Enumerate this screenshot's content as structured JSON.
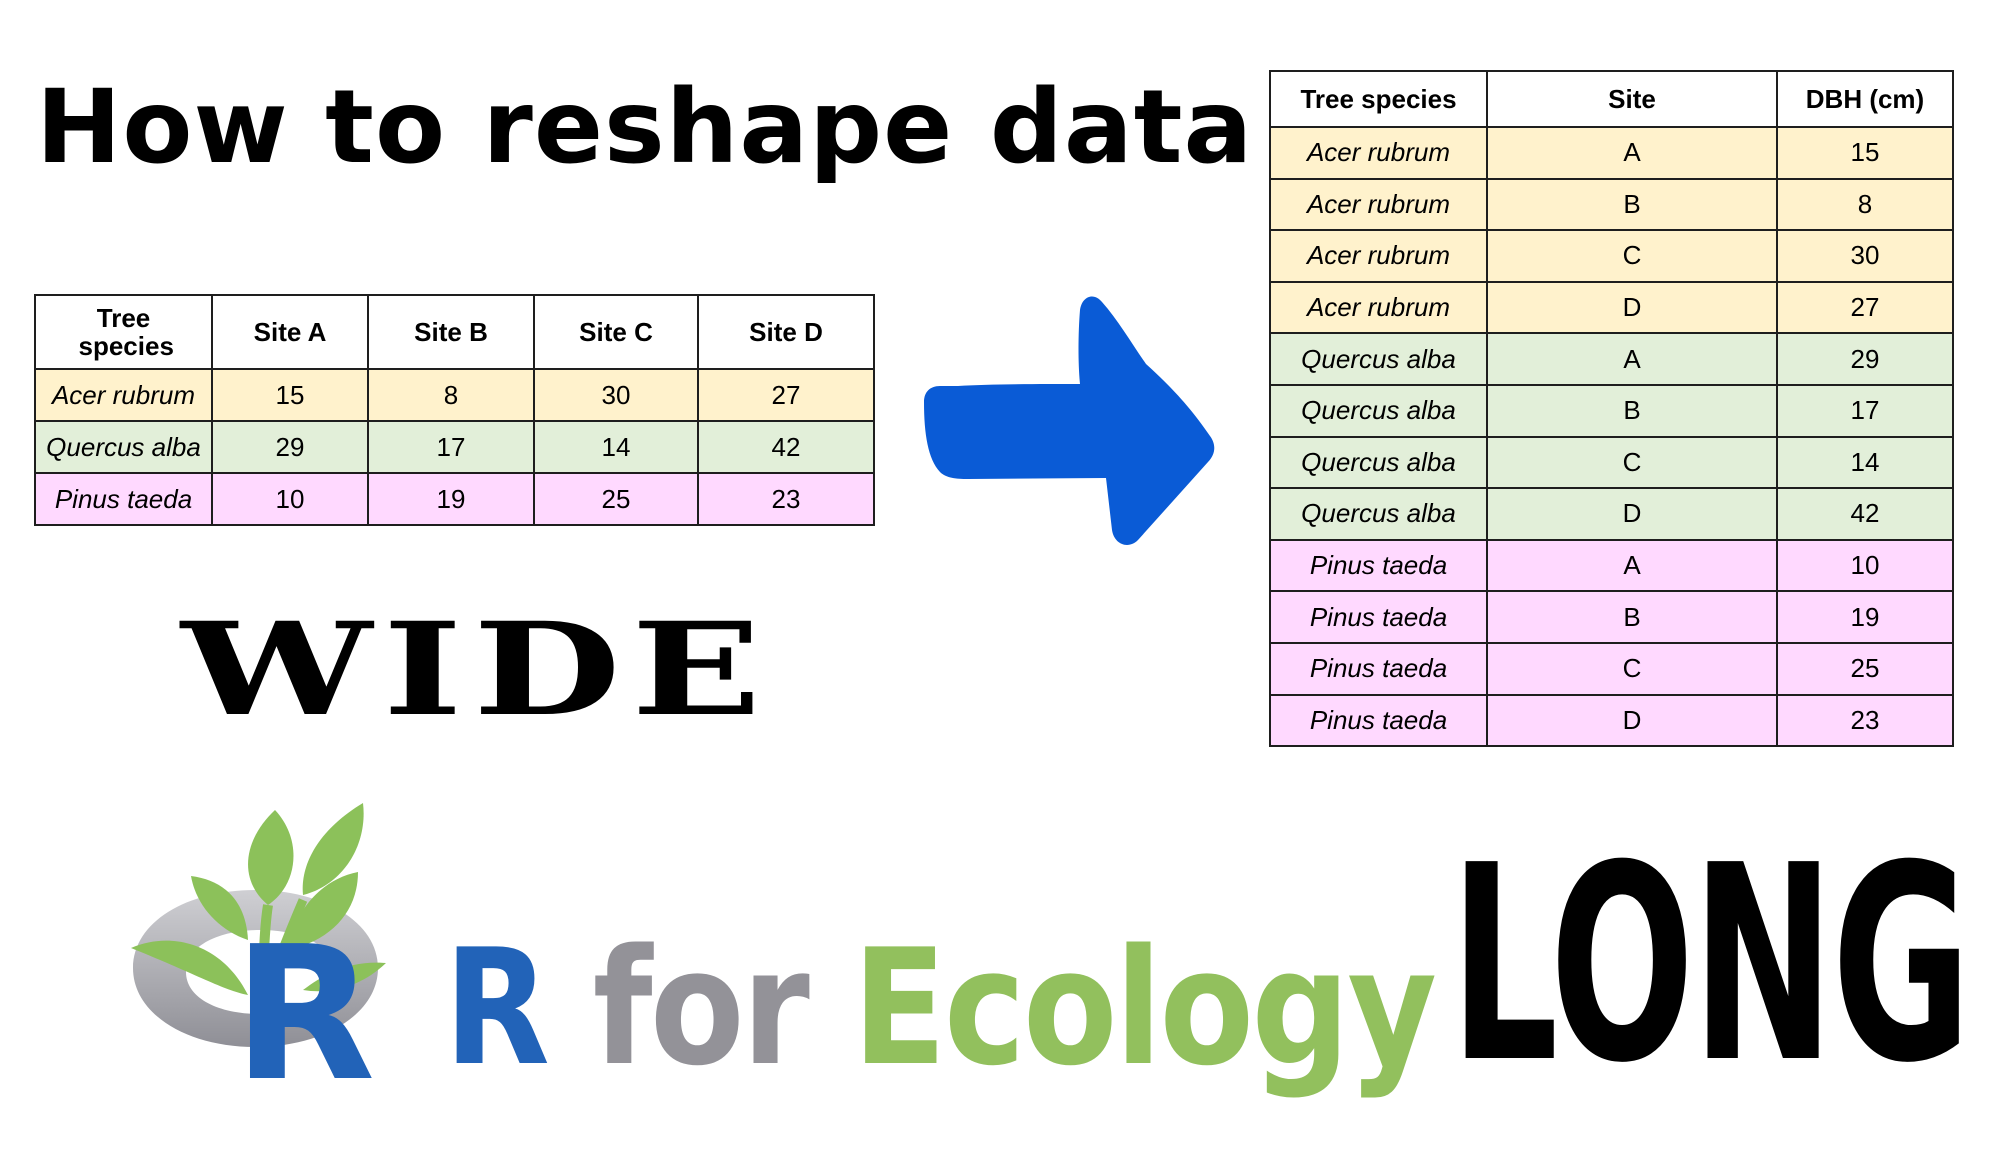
{
  "title": "How to reshape data",
  "wide_table": {
    "label": "WIDE",
    "headers": [
      "Tree species",
      "Site A",
      "Site B",
      "Site C",
      "Site D"
    ],
    "rows": [
      {
        "species": "Acer rubrum",
        "values": [
          "15",
          "8",
          "30",
          "27"
        ]
      },
      {
        "species": "Quercus alba",
        "values": [
          "29",
          "17",
          "14",
          "42"
        ]
      },
      {
        "species": "Pinus taeda",
        "values": [
          "10",
          "19",
          "25",
          "23"
        ]
      }
    ]
  },
  "arrow": {
    "icon": "right-arrow-icon",
    "color": "#0A5BD6"
  },
  "long_table": {
    "label": "LONG",
    "headers": [
      "Tree species",
      "Site",
      "DBH (cm)"
    ],
    "rows": [
      [
        "Acer rubrum",
        "A",
        "15"
      ],
      [
        "Acer rubrum",
        "B",
        "8"
      ],
      [
        "Acer rubrum",
        "C",
        "30"
      ],
      [
        "Acer rubrum",
        "D",
        "27"
      ],
      [
        "Quercus alba",
        "A",
        "29"
      ],
      [
        "Quercus alba",
        "B",
        "17"
      ],
      [
        "Quercus alba",
        "C",
        "14"
      ],
      [
        "Quercus alba",
        "D",
        "42"
      ],
      [
        "Pinus taeda",
        "A",
        "10"
      ],
      [
        "Pinus taeda",
        "B",
        "19"
      ],
      [
        "Pinus taeda",
        "C",
        "25"
      ],
      [
        "Pinus taeda",
        "D",
        "23"
      ]
    ]
  },
  "row_colors": {
    "Acer rubrum": "#FFF2CC",
    "Quercus alba": "#E2EFD9",
    "Pinus taeda": "#FFD9FF"
  },
  "branding": {
    "logo_icon": "r-for-ecology-logo",
    "logo_letter": "R",
    "parts": [
      {
        "text": "R",
        "color": "#2263B8"
      },
      {
        "text": " for ",
        "color": "#939298"
      },
      {
        "text": "Ecology",
        "color": "#92C05D"
      }
    ]
  }
}
